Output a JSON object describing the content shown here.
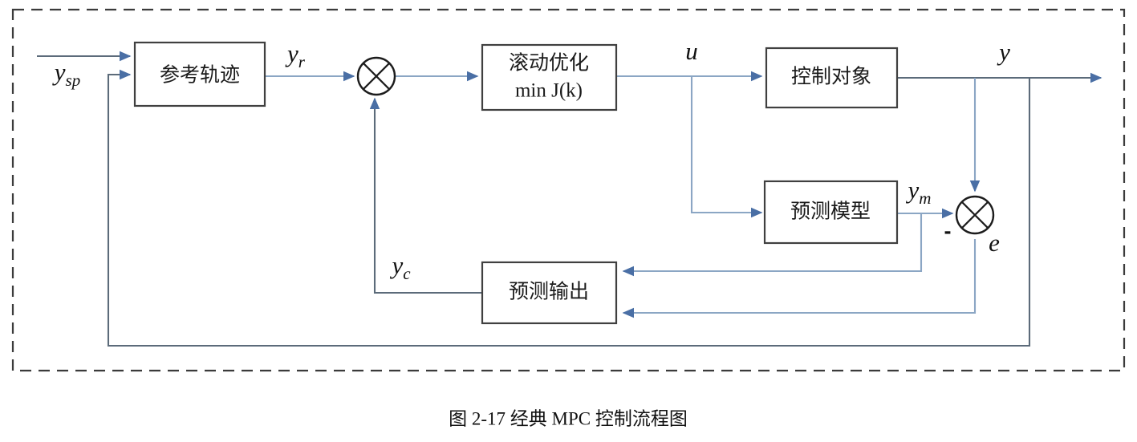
{
  "figure": {
    "caption": "图 2-17 经典 MPC 控制流程图",
    "container_style": "dashed-rectangle",
    "colors": {
      "wire": "#8ba6c4",
      "wire_dark": "#5c6b7a",
      "block_stroke": "#404040",
      "border_stroke": "#3b3b3b",
      "text": "#111111",
      "background": "#ffffff"
    }
  },
  "blocks": [
    {
      "id": "reference-trajectory",
      "label": "参考轨迹",
      "sub": ""
    },
    {
      "id": "rolling-optimization",
      "label": "滚动优化",
      "sub": "min J(k)"
    },
    {
      "id": "controlled-plant",
      "label": "控制对象",
      "sub": ""
    },
    {
      "id": "prediction-model",
      "label": "预测模型",
      "sub": ""
    },
    {
      "id": "prediction-output",
      "label": "预测输出",
      "sub": ""
    }
  ],
  "signals": {
    "setpoint": {
      "base": "y",
      "sub": "sp"
    },
    "reference": {
      "base": "y",
      "sub": "r"
    },
    "control": {
      "base": "u",
      "sub": ""
    },
    "output": {
      "base": "y",
      "sub": ""
    },
    "model_output": {
      "base": "y",
      "sub": "m"
    },
    "corrected": {
      "base": "y",
      "sub": "c"
    },
    "error": {
      "base": "e",
      "sub": ""
    }
  },
  "junctions": [
    {
      "id": "summing-junction-left",
      "sign": ""
    },
    {
      "id": "summing-junction-right",
      "sign": "-"
    }
  ]
}
